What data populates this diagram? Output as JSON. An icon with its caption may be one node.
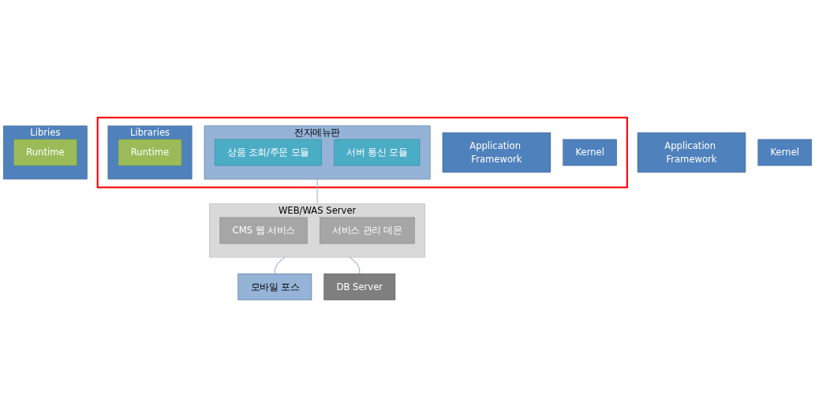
{
  "diagram": {
    "nodes": [
      {
        "text": [],
        "shape": "box"
      },
      {
        "text": [
          "전자메뉴판"
        ],
        "in": 0
      },
      {
        "text": [
          "상품 조회/주문 모듈"
        ],
        "in": 1
      },
      {
        "text": [
          "서버 통신 모듈"
        ],
        "in": 1
      },
      {
        "text": [
          "Application Framework"
        ],
        "in": 0
      },
      {
        "text": [
          "Libraries"
        ],
        "in": 0
      },
      {
        "text": [
          "Runtime"
        ],
        "in": 5
      },
      {
        "text": [
          "Kernel"
        ],
        "in": 0
      },
      {
        "text": [
          "WEB/WAS Server"
        ]
      },
      {
        "text": [
          "CMS 웹 서비스"
        ],
        "in": 8
      },
      {
        "text": [
          "서비스 관리 데몬"
        ],
        "in": 8
      },
      {
        "text": [
          "DB Server"
        ]
      },
      {
        "text": [
          "모바일 포스"
        ]
      },
      {
        "text": [
          "Application Framework"
        ]
      },
      {
        "text": [
          "Libries"
        ]
      },
      {
        "text": [
          "Runtime"
        ],
        "in": 14
      },
      {
        "text": [
          "Kernel"
        ]
      }
    ],
    "edges": [
      {
        "from": 1,
        "to": 8,
        "arrow": "none"
      },
      {
        "from": 8,
        "to": 12,
        "arrow": "none"
      },
      {
        "from": 8,
        "to": 11,
        "arrow": "none"
      }
    ]
  }
}
